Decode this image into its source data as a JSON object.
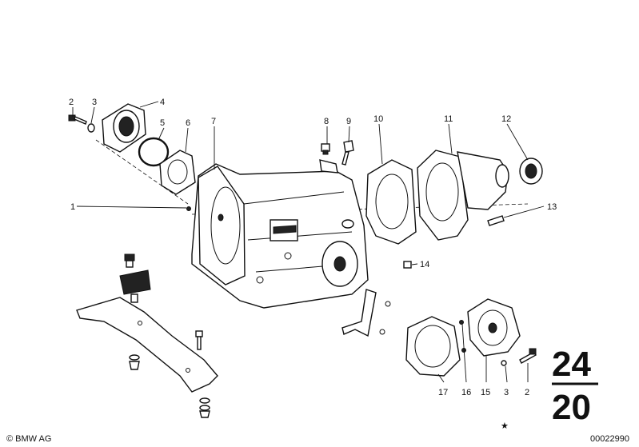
{
  "callouts": [
    "1",
    "2",
    "3",
    "4",
    "5",
    "6",
    "7",
    "8",
    "9",
    "10",
    "11",
    "12",
    "13",
    "14",
    "15",
    "16",
    "17",
    "3",
    "2"
  ],
  "group_number_top": "24",
  "group_number_bottom": "20",
  "copyright": "© BMW AG",
  "image_number": "00022990",
  "star": "★"
}
